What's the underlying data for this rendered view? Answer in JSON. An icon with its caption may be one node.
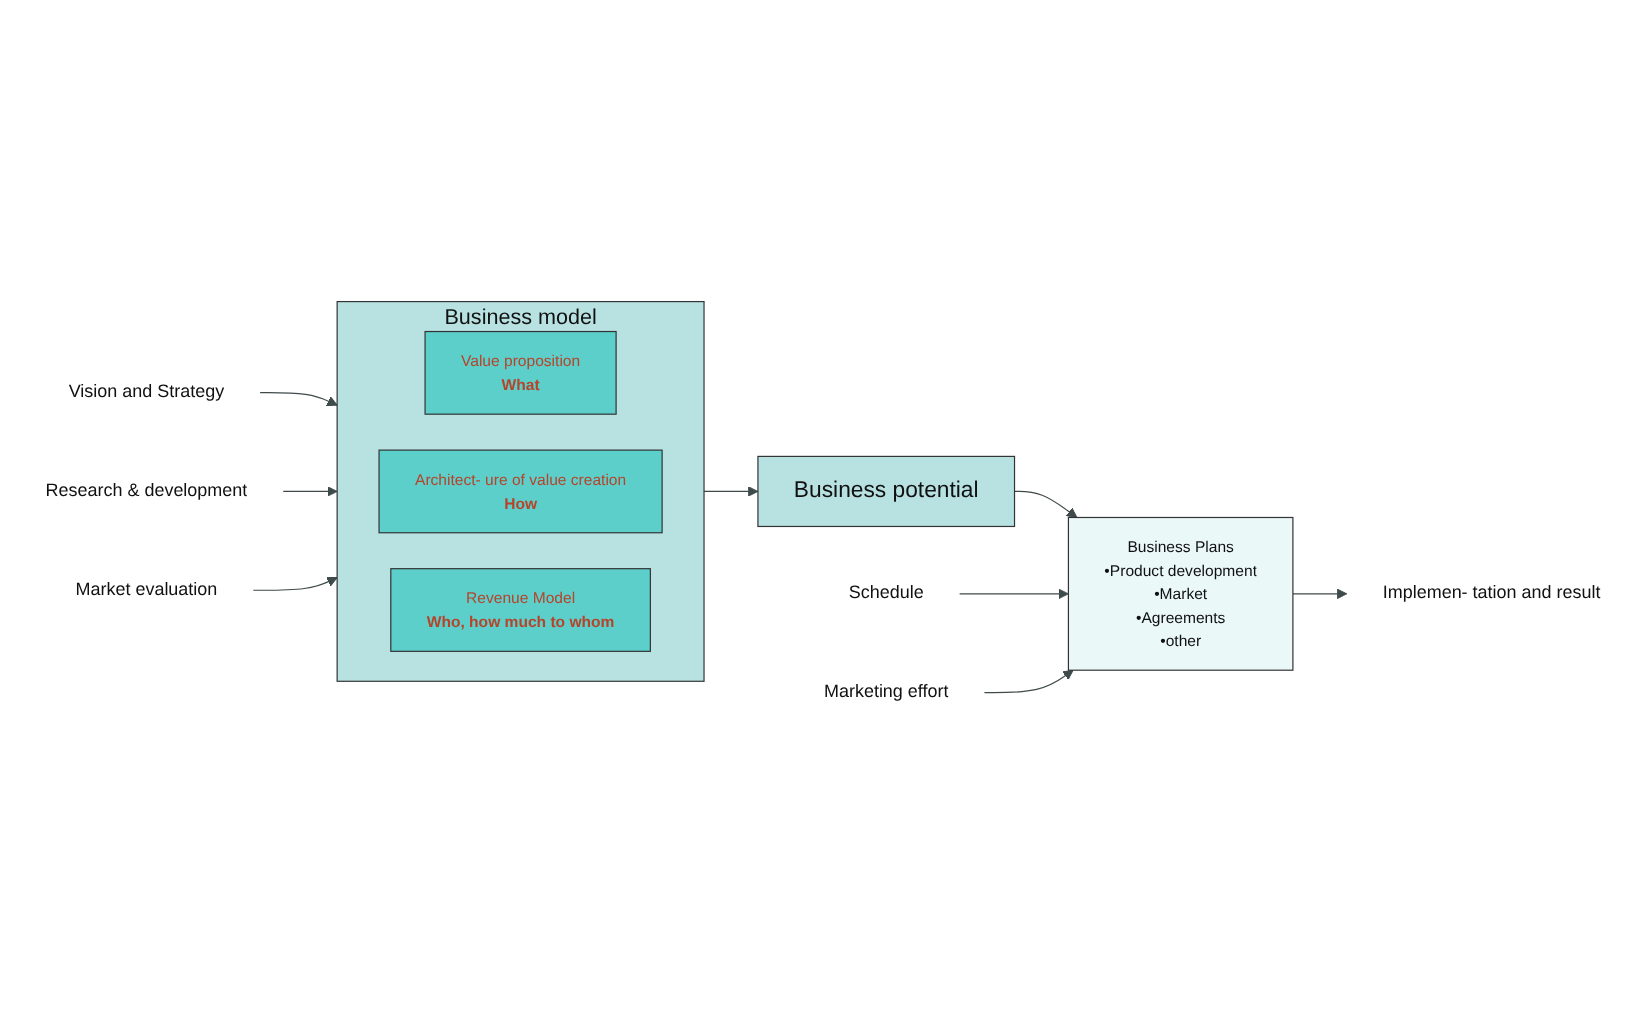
{
  "diagram": {
    "nodes": [
      {
        "text": [
          "Vision and Strategy"
        ]
      },
      {
        "text": [
          "Research & development"
        ]
      },
      {
        "text": [
          "Business model"
        ]
      },
      {
        "text": [
          "Value proposition",
          "What"
        ],
        "in": 2
      },
      {
        "text": [
          "Architect- ure of value creation",
          "How"
        ],
        "in": 2
      },
      {
        "text": [
          "Revenue Model",
          "Who, how much to whom"
        ],
        "in": 2
      },
      {
        "text": [
          "Business potential"
        ]
      },
      {
        "text": [
          "Schedule"
        ]
      },
      {
        "text": [
          "Business Plans",
          "•Product development",
          "•Market",
          "•Agreements",
          "•other"
        ]
      },
      {
        "text": [
          "Implemen- tation and result"
        ]
      },
      {
        "text": [
          "Marketing effort"
        ]
      },
      {
        "text": [
          "Market evaluation"
        ]
      }
    ],
    "edges": [
      {
        "from": 0,
        "to": 2,
        "arrow": "to"
      },
      {
        "from": 1,
        "to": 2,
        "arrow": "to"
      },
      {
        "from": 11,
        "to": 2,
        "arrow": "to"
      },
      {
        "from": 2,
        "to": 6,
        "arrow": "to"
      },
      {
        "from": 6,
        "to": 8,
        "arrow": "to"
      },
      {
        "from": 7,
        "to": 8,
        "arrow": "to"
      },
      {
        "from": 10,
        "to": 8,
        "arrow": "to"
      },
      {
        "from": 8,
        "to": 9,
        "arrow": "to"
      }
    ]
  }
}
